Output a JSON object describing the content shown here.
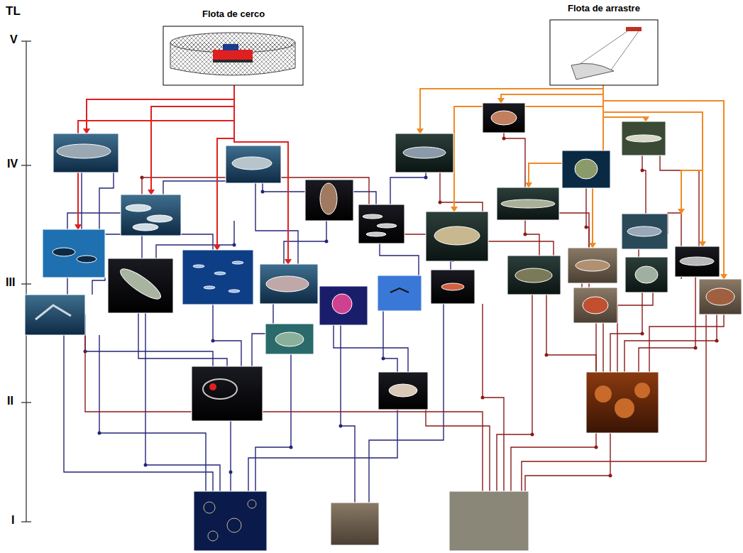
{
  "diagram": {
    "nodes": [
      {
        "text": [
          "Flota de cerco"
        ]
      },
      {
        "text": [
          "Flota de arrastre"
        ]
      }
    ],
    "labels": [
      "TL",
      "V",
      "IV",
      "III",
      "II",
      "I"
    ]
  }
}
